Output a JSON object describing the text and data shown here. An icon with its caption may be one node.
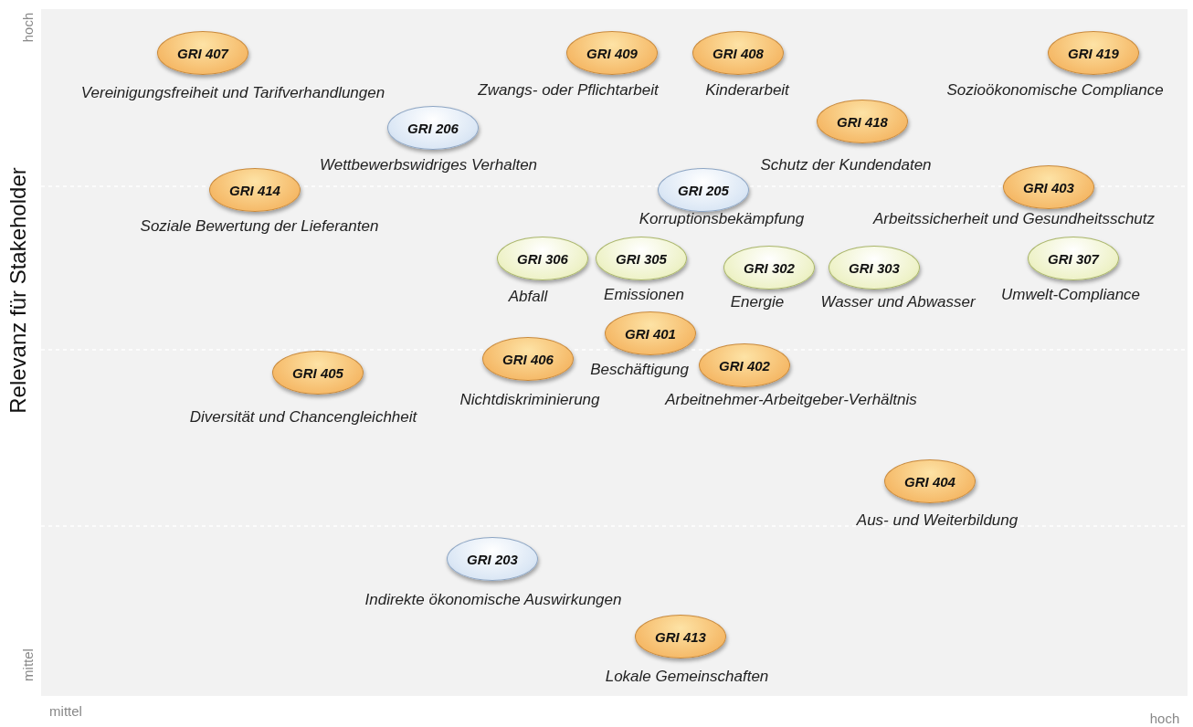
{
  "diagram": {
    "nodes": [
      {
        "text": [
          "GRI 407"
        ],
        "beside": [
          "Vereinigungsfreiheit und Tarifverhandlungen"
        ]
      },
      {
        "text": [
          "GRI 409"
        ],
        "beside": [
          "Zwangs- oder Pflichtarbeit"
        ]
      },
      {
        "text": [
          "GRI 408"
        ],
        "beside": [
          "Kinderarbeit"
        ]
      },
      {
        "text": [
          "GRI 419"
        ],
        "beside": [
          "Sozioökonomische Compliance"
        ]
      },
      {
        "text": [
          "GRI 206"
        ],
        "beside": [
          "Wettbewerbswidriges Verhalten"
        ]
      },
      {
        "text": [
          "GRI 418"
        ],
        "beside": [
          "Schutz der Kundendaten"
        ]
      },
      {
        "text": [
          "GRI 414"
        ],
        "beside": [
          "Soziale Bewertung der Lieferanten"
        ]
      },
      {
        "text": [
          "GRI 205"
        ],
        "beside": [
          "Korruptionsbekämpfung"
        ]
      },
      {
        "text": [
          "GRI 403"
        ],
        "beside": [
          "Arbeitssicherheit und Gesundheitsschutz"
        ]
      },
      {
        "text": [
          "GRI 306"
        ],
        "beside": [
          "Abfall"
        ]
      },
      {
        "text": [
          "GRI 305"
        ],
        "beside": [
          "Emissionen"
        ]
      },
      {
        "text": [
          "GRI 302"
        ],
        "beside": [
          "Energie"
        ]
      },
      {
        "text": [
          "GRI 303"
        ],
        "beside": [
          "Wasser und Abwasser"
        ]
      },
      {
        "text": [
          "GRI 307"
        ],
        "beside": [
          "Umwelt-Compliance"
        ]
      },
      {
        "text": [
          "GRI 401"
        ],
        "beside": [
          "Beschäftigung"
        ]
      },
      {
        "text": [
          "GRI 406"
        ],
        "beside": [
          "Nichtdiskriminierung"
        ]
      },
      {
        "text": [
          "GRI 402"
        ],
        "beside": [
          "Arbeitnehmer-Arbeitgeber-Verhältnis"
        ]
      },
      {
        "text": [
          "GRI 405"
        ],
        "beside": [
          "Diversität und Chancengleichheit"
        ]
      },
      {
        "text": [
          "GRI 404"
        ],
        "beside": [
          "Aus- und Weiterbildung"
        ]
      },
      {
        "text": [
          "GRI 203"
        ],
        "beside": [
          "Indirekte ökonomische Auswirkungen"
        ]
      },
      {
        "text": [
          "GRI 413"
        ],
        "beside": [
          "Lokale Gemeinschaften"
        ]
      }
    ],
    "labels": [
      "hoch",
      "Relevanz für Stakeholder",
      "mittel",
      "mittel",
      "hoch"
    ]
  }
}
